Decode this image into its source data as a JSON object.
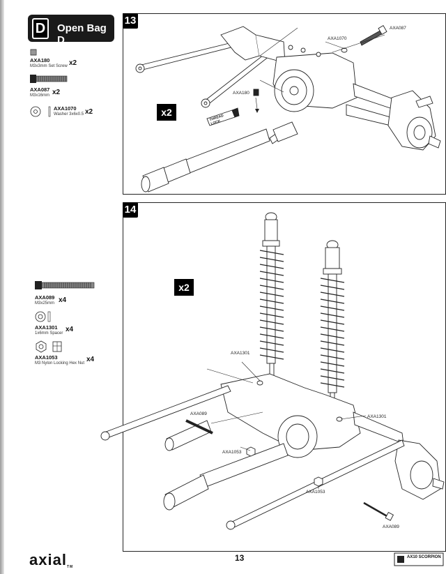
{
  "sidebar_d": {
    "header": {
      "letter": "D",
      "title": "Open Bag D"
    },
    "parts": [
      {
        "code": "AXA180",
        "desc": "M3x3mm Set Screw",
        "qty": "x2"
      },
      {
        "code": "AXA087",
        "desc": "M3x16mm",
        "qty": "x2"
      },
      {
        "code": "AXA1070",
        "desc": "Washer 3x6x0.5",
        "qty": "x2"
      }
    ]
  },
  "sidebar_14": {
    "parts": [
      {
        "code": "AXA089",
        "desc": "M3x25mm",
        "qty": "x4"
      },
      {
        "code": "AXA1301",
        "desc": "1x6mm Spacer",
        "qty": "x4"
      },
      {
        "code": "AXA1053",
        "desc": "M3 Nylon Locking Hex Nut",
        "qty": "x4"
      }
    ]
  },
  "step13": {
    "number": "13",
    "multiplier": "x2",
    "callouts": {
      "axa1070": "AXA1070",
      "axa087": "AXA087",
      "axa180": "AXA180",
      "thread_lock": "THREAD LOCK"
    }
  },
  "step14": {
    "number": "14",
    "multiplier": "x2",
    "callouts": {
      "axa1301_a": "AXA1301",
      "axa089_a": "AXA089",
      "axa1053_a": "AXA1053",
      "axa1301_b": "AXA1301",
      "axa1053_b": "AXA1053",
      "axa089_b": "AXA089"
    }
  },
  "footer": {
    "brand": "axial",
    "tm": "TM",
    "page": "13",
    "model": "AX10 SCORPION"
  }
}
